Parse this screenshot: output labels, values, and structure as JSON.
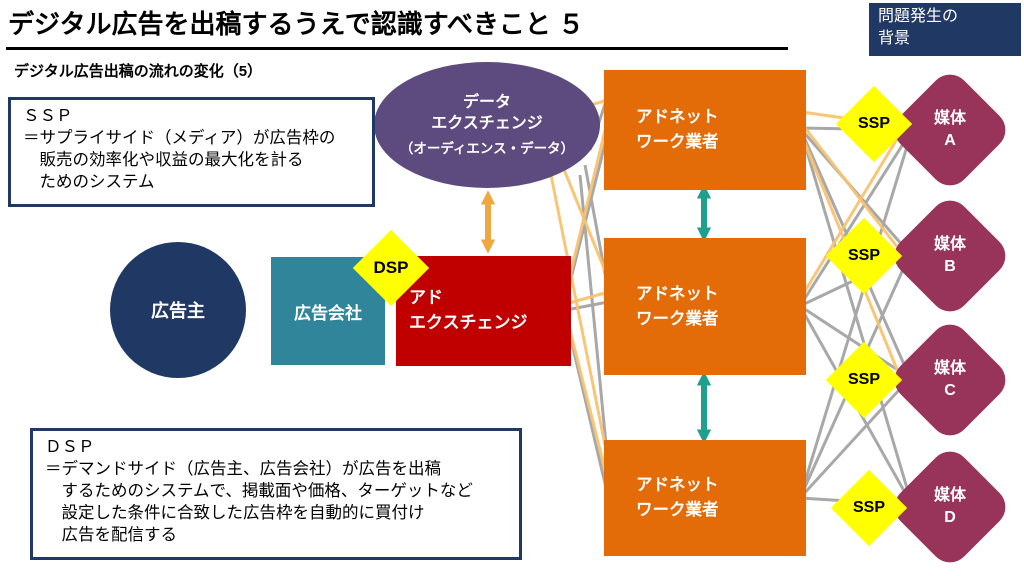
{
  "title": "デジタル広告を出稿するうえで認識すべきこと ５",
  "corner_tag": "問題発生の\n背景",
  "subtitle": "デジタル広告出稿の流れの変化（5）",
  "ssp_info": {
    "heading": "ＳＳＰ",
    "body": "＝サプライサイド（メディア）が広告枠の\n　販売の効率化や収益の最大化を計る\n　ためのシステム"
  },
  "dsp_info": {
    "heading": "ＤＳＰ",
    "body": "＝デマンドサイド（広告主、広告会社）が広告を出稿\n　するためのシステムで、掲載面や価格、ターゲットなど\n　設定した条件に合致した広告枠を自動的に買付け\n　広告を配信する"
  },
  "data_exchange": {
    "line1": "データ",
    "line2": "エクスチェンジ",
    "line3": "（オーディエンス・データ）"
  },
  "advertiser": "広告主",
  "agency": "広告会社",
  "ad_exchange": "アド\nエクスチェンジ",
  "dsp_badge": "DSP",
  "ad_networks": [
    {
      "label": "アドネット\nワーク業者"
    },
    {
      "label": "アドネット\nワーク業者"
    },
    {
      "label": "アドネット\nワーク業者"
    }
  ],
  "ssp_badges": [
    {
      "label": "SSP"
    },
    {
      "label": "SSP"
    },
    {
      "label": "SSP"
    },
    {
      "label": "SSP"
    }
  ],
  "media_nodes": [
    {
      "label": "媒体\nA"
    },
    {
      "label": "媒体\nB"
    },
    {
      "label": "媒体\nC"
    },
    {
      "label": "媒体\nD"
    }
  ],
  "colors": {
    "navy": "#1F3864",
    "purple": "#5D4A7E",
    "orange": "#E36C09",
    "teal_box": "#31859B",
    "red": "#C00000",
    "yellow": "#FFFF00",
    "plum": "#98335A",
    "line_gray": "#A8A8A8",
    "line_orange": "#F9C270",
    "arrow_teal": "#1FA08E",
    "arrow_orange": "#EFA73F"
  }
}
